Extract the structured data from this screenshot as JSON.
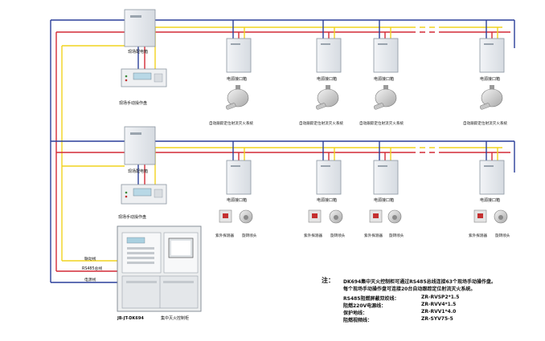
{
  "labels": {
    "distribution_box": "现场配电箱",
    "manual_panel": "现场手动操作盘",
    "power_interface_box": "电源接口箱",
    "auto_cannon": "自动跟踪定位射流灭火系统",
    "uv_detector": "紫外探测器",
    "rotating_nozzle": "旋转喷头",
    "cabinet_model": "JB-JT-DK694",
    "cabinet_name": "集中灭火控制柜",
    "bus_line": "联动线",
    "rs485_line": "RS485总线",
    "power_line": "电源线"
  },
  "notes": {
    "heading": "注：",
    "line1": "DK694集中灭火控制柜可通过RS485总线连接63个现场手动操作盘。",
    "line2": "每个现场手动操作盘可连接20台自动跟踪定位射流灭火系统。",
    "specs": [
      {
        "name": "RS485阻燃屏蔽双绞线：",
        "value": "ZR-RVSP2*1.5"
      },
      {
        "name": "阻燃220V电源线：",
        "value": "ZR-RVV4*1.5"
      },
      {
        "name": "保护地线：",
        "value": "ZR-RVV1*4.0"
      },
      {
        "name": "阻燃视频线：",
        "value": "ZR-SYV75-5"
      }
    ]
  },
  "colors": {
    "blue_line": "#2a3f9a",
    "red_line": "#d42a36",
    "yellow_line": "#f1d31f",
    "box": "#e8ecf0"
  }
}
